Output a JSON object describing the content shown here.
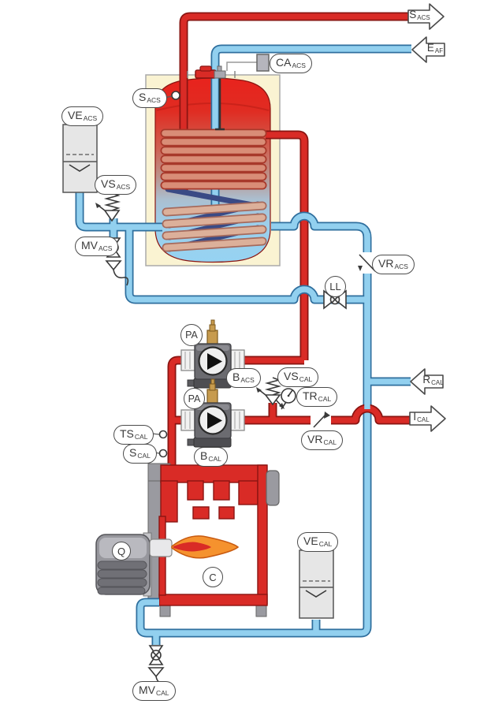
{
  "ports": {
    "s_acs": {
      "main": "S",
      "sub": "ACS",
      "direction": "out-right",
      "pipe": "hot"
    },
    "e_af": {
      "main": "E",
      "sub": "AF",
      "direction": "in-left",
      "pipe": "cold"
    },
    "r_cal": {
      "main": "R",
      "sub": "CAL",
      "direction": "in-left",
      "pipe": "cold"
    },
    "i_cal": {
      "main": "I",
      "sub": "CAL",
      "direction": "out-right",
      "pipe": "hot"
    }
  },
  "labels": {
    "ca_acs": {
      "main": "CA",
      "sub": "ACS"
    },
    "s_acs": {
      "main": "S",
      "sub": "ACS"
    },
    "ve_acs": {
      "main": "VE",
      "sub": "ACS"
    },
    "vs_acs": {
      "main": "VS",
      "sub": "ACS"
    },
    "mv_acs": {
      "main": "MV",
      "sub": "ACS"
    },
    "vr_acs": {
      "main": "VR",
      "sub": "ACS"
    },
    "ll": {
      "main": "LL",
      "sub": ""
    },
    "pa_top": {
      "main": "PA",
      "sub": ""
    },
    "pa_bottom": {
      "main": "PA",
      "sub": ""
    },
    "b_acs": {
      "main": "B",
      "sub": "ACS"
    },
    "b_cal": {
      "main": "B",
      "sub": "CAL"
    },
    "vs_cal": {
      "main": "VS",
      "sub": "CAL"
    },
    "tr_cal": {
      "main": "TR",
      "sub": "CAL"
    },
    "vr_cal": {
      "main": "VR",
      "sub": "CAL"
    },
    "ts_cal": {
      "main": "TS",
      "sub": "CAL"
    },
    "s_cal": {
      "main": "S",
      "sub": "CAL"
    },
    "ve_cal": {
      "main": "VE",
      "sub": "CAL"
    },
    "mv_cal": {
      "main": "MV",
      "sub": "CAL"
    },
    "q": {
      "main": "Q",
      "sub": ""
    },
    "c": {
      "main": "C",
      "sub": ""
    }
  },
  "colors": {
    "hot_pipe": "#d92b26",
    "hot_outline": "#8a1512",
    "cold_pipe": "#92d0ef",
    "cold_outline": "#2f6f9e",
    "tank_insulation": "#faf3d2",
    "vessel_fill": "#e6e6e6",
    "metal": "#9a9aa0",
    "flame_outer": "#f5922e",
    "flame_inner": "#d92b26",
    "brass": "#c79b4e"
  }
}
